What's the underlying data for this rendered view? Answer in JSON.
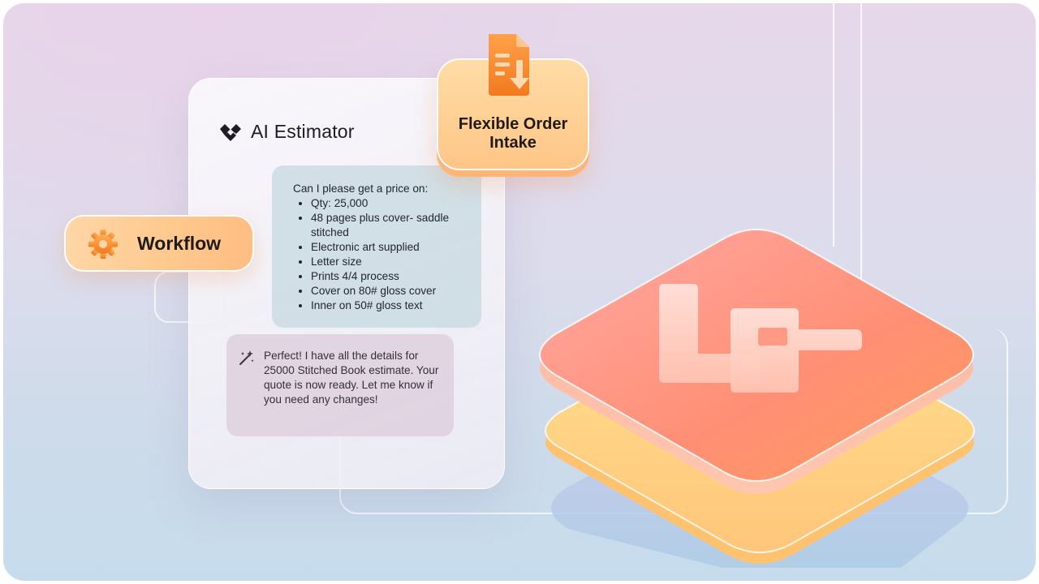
{
  "brand": {
    "name": "AI Estimator",
    "logo_icon": "estimator-logo-icon"
  },
  "badges": {
    "workflow": {
      "label": "Workflow",
      "icon": "gear-icon"
    },
    "order_intake": {
      "label": "Flexible Order Intake",
      "line1": "Flexible Order",
      "line2": "Intake",
      "icon": "document-download-icon"
    }
  },
  "chat": {
    "request": {
      "intro": "Can I please get a price on:",
      "items": [
        "Qty: 25,000",
        "48 pages plus cover- saddle stitched",
        "Electronic art supplied",
        "Letter size",
        "Prints 4/4 process",
        "Cover on 80# gloss cover",
        "Inner on 50# gloss text"
      ]
    },
    "response": {
      "icon": "magic-wand-icon",
      "text": "Perfect! I have all the details for 25000 Stitched Book estimate. Your quote is now ready. Let me know if you need any changes!"
    }
  },
  "colors": {
    "orange_accent": "#ff9f5a",
    "pink_layer": "#ff9a92",
    "yellow_layer": "#ffd27a"
  }
}
